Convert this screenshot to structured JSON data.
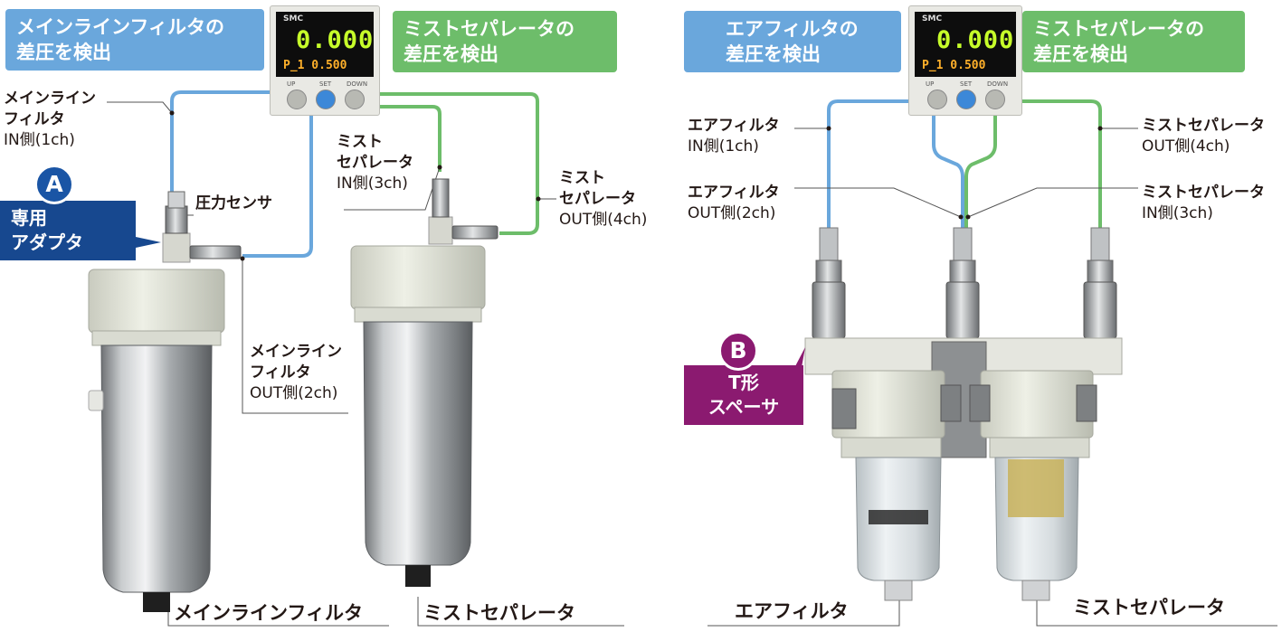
{
  "colors": {
    "blue": "#6aa7dc",
    "green": "#6dbd6a",
    "navy": "#17488f",
    "magenta": "#8b1a70"
  },
  "left": {
    "header_blue": {
      "l1": "メインラインフィルタの",
      "l2": "差圧を検出"
    },
    "header_green": {
      "l1": "ミストセパレータの",
      "l2": "差圧を検出"
    },
    "label_main_in": {
      "l1": "メインライン",
      "l2": "フィルタ",
      "l3": "IN側(1ch)"
    },
    "label_sensor": "圧力センサ",
    "label_mist_in": {
      "l1": "ミスト",
      "l2": "セパレータ",
      "l3": "IN側(3ch)"
    },
    "label_mist_out": {
      "l1": "ミスト",
      "l2": "セパレータ",
      "l3": "OUT側(4ch)"
    },
    "label_main_out": {
      "l1": "メインライン",
      "l2": "フィルタ",
      "l3": "OUT側(2ch)"
    },
    "badge_letter": "A",
    "badge_text": {
      "l1": "専用",
      "l2": "アダプタ"
    },
    "bottom_main": "メインラインフィルタ",
    "bottom_mist": "ミストセパレータ",
    "display": {
      "logo": "SMC",
      "main": "0.000",
      "sub": "P_1  0.500",
      "up": "UP",
      "set": "SET",
      "down": "DOWN"
    }
  },
  "right": {
    "header_blue": {
      "l1": "エアフィルタの",
      "l2": "差圧を検出"
    },
    "header_green": {
      "l1": "ミストセパレータの",
      "l2": "差圧を検出"
    },
    "label_air_in": {
      "l1": "エアフィルタ",
      "l2": "IN側(1ch)"
    },
    "label_air_out": {
      "l1": "エアフィルタ",
      "l2": "OUT側(2ch)"
    },
    "label_mist_out": {
      "l1": "ミストセパレータ",
      "l2": "OUT側(4ch)"
    },
    "label_mist_in": {
      "l1": "ミストセパレータ",
      "l2": "IN側(3ch)"
    },
    "badge_letter": "B",
    "badge_text": {
      "l1": "T形",
      "l2": "スペーサ"
    },
    "bottom_air": "エアフィルタ",
    "bottom_mist": "ミストセパレータ",
    "display": {
      "logo": "SMC",
      "main": "0.000",
      "sub": "P_1  0.500",
      "up": "UP",
      "set": "SET",
      "down": "DOWN"
    }
  }
}
